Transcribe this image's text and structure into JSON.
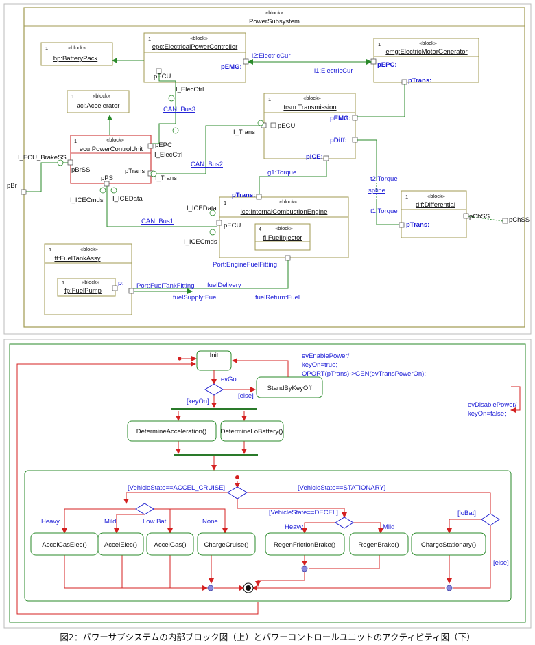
{
  "ibd": {
    "outer_stereotype": "«block»",
    "outer_name": "PowerSubsystem",
    "blocks": {
      "bp": {
        "mult": "1",
        "stereo": "«block»",
        "name": "bp:BatteryPack"
      },
      "epc": {
        "mult": "1",
        "stereo": "«block»",
        "name": "epc:ElectricalPowerController"
      },
      "emg": {
        "mult": "1",
        "stereo": "«block»",
        "name": "emg:ElectricMotorGenerator"
      },
      "acl": {
        "mult": "1",
        "stereo": "«block»",
        "name": "acl:Accelerator"
      },
      "trsm": {
        "mult": "1",
        "stereo": "«block»",
        "name": "trsm:Transmission"
      },
      "ecu": {
        "mult": "1",
        "stereo": "«block»",
        "name": "ecu:PowerControlUnit"
      },
      "ice": {
        "mult": "1",
        "stereo": "«block»",
        "name": "ice:InternalCombustionEngine"
      },
      "fi": {
        "mult": "4",
        "stereo": "«block»",
        "name": "fi:FuelInjector"
      },
      "dif": {
        "mult": "1",
        "stereo": "«block»",
        "name": "dif:Differential"
      },
      "ft": {
        "mult": "1",
        "stereo": "«block»",
        "name": "ft:FuelTankAssy"
      },
      "fp": {
        "mult": "1",
        "stereo": "«block»",
        "name": "fp:FuelPump"
      }
    },
    "labels": {
      "i2": "i2:ElectricCur",
      "i1": "i1:ElectricCur",
      "epc_pEMG": "pEMG:",
      "emg_pEPC": "pEPC:",
      "epc_pECU": "pECU",
      "i_elecctrl1": "I_ElecCtrl",
      "canbus3": "CAN_Bus3",
      "emg_pTrans": "pTrans:",
      "trsm_pEMG": "pEMG:",
      "trsm_pECU": "pECU",
      "i_trans1": "I_Trans",
      "trsm_pDiff": "pDiff:",
      "trsm_pICE": "pICE:",
      "t2": "t2:Torque",
      "spline": "spline",
      "t1": "t1:Torque",
      "ecu_pEPC": "pEPC",
      "i_elecctrl2": "I_ElecCtrl",
      "i_ecu_brakess": "I_ECU_BrakeSS",
      "pbrss": "pBrSS",
      "ptrans_ecu": "pTrans",
      "i_trans2": "I_Trans",
      "canbus2": "CAN_Bus2",
      "pps": "pPS",
      "i_icecmds1": "I_ICECmds",
      "i_icedata1": "I_ICEData",
      "g1": "g1:Torque",
      "ice_ptrans": "pTrans:",
      "i_icedata2": "I_ICEData",
      "canbus1": "CAN_Bus1",
      "ice_pecu": "pECU",
      "i_icecmds2": "I_ICECmds",
      "pbr": "pBr",
      "dif_ptrans": "pTrans:",
      "pchss_in": "pChSS",
      "pchss_out": "pChSS",
      "port_engine": "Port:EngineFuelFitting",
      "fp_p": "p:",
      "port_tank": "Port:FuelTankFitting",
      "fueldelivery": "fuelDelivery",
      "fuelsupply": "fuelSupply:Fuel",
      "fuelreturn": "fuelReturn:Fuel"
    }
  },
  "activity": {
    "states": {
      "init": "Init",
      "standby": "StandByKeyOff",
      "detaccel": "DetermineAcceleration()",
      "detlobat": "DetermineLoBattery()",
      "accelgaselec": "AccelGasElec()",
      "accelelec": "AccelElec()",
      "accelgas": "AccelGas()",
      "chargecruise": "ChargeCruise()",
      "regenfriction": "RegenFrictionBrake()",
      "regenbrake": "RegenBrake()",
      "chargestationary": "ChargeStationary()"
    },
    "labels": {
      "evenable1": "evEnablePower/",
      "evenable2": "keyOn=true;",
      "evenable3": "OPORT(pTrans)->GEN(evTransPowerOn);",
      "evgo": "evGo",
      "else1": "[else]",
      "keyon": "[keyOn]",
      "evdisable1": "evDisablePower/",
      "evdisable2": "keyOn=false;",
      "accelcruise": "[VehicleState==ACCEL_CRUISE]",
      "stationary": "[VehicleState==STATIONARY]",
      "decel": "[VehicleState==DECEL]",
      "heavy1": "Heavy",
      "mild1": "Mild",
      "lowbat": "Low Bat",
      "none": "None",
      "heavy2": "Heavy",
      "mild2": "Mild",
      "lobat": "[loBat]",
      "else2": "[else]"
    }
  },
  "caption": "図2：パワーサブシステムの内部ブロック図（上）とパワーコントロールユニットのアクティビティ図（下）"
}
